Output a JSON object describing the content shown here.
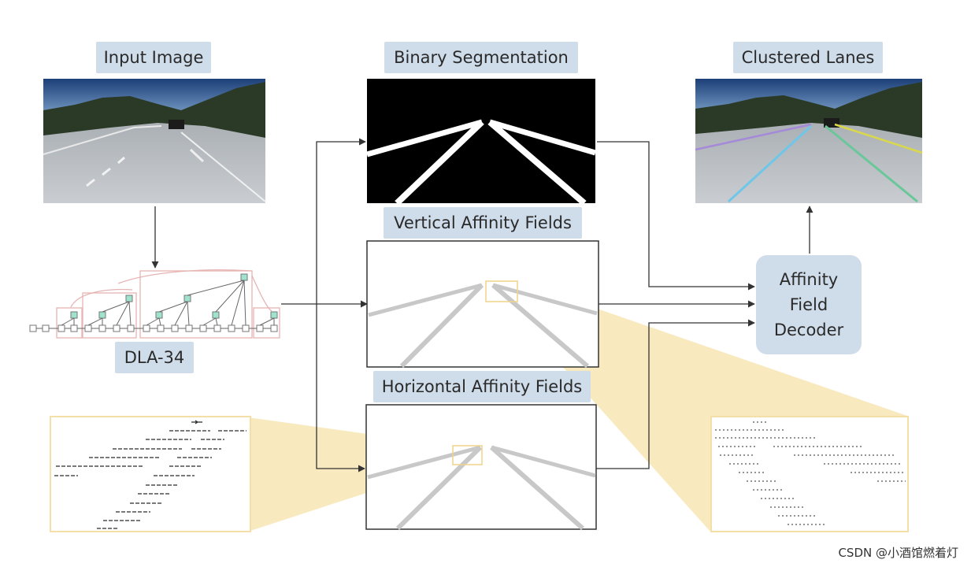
{
  "labels": {
    "input_image": "Input Image",
    "binary_segmentation": "Binary Segmentation",
    "clustered_lanes": "Clustered Lanes",
    "vertical_affinity_fields": "Vertical Affinity Fields",
    "horizontal_affinity_fields": "Horizontal Affinity Fields",
    "backbone": "DLA-34"
  },
  "decoder": {
    "line1": "Affinity",
    "line2": "Field",
    "line3": "Decoder"
  },
  "watermark": "CSDN @小酒馆燃着灯",
  "colors": {
    "label_bg": "#cfdcea",
    "zoom_fill": "#f6e3ae",
    "zoom_border": "#f4dfa8",
    "lane_gray": "#c8c8c8",
    "dla_pink": "#e7b4b4",
    "dla_node": "#9fe3cf"
  }
}
